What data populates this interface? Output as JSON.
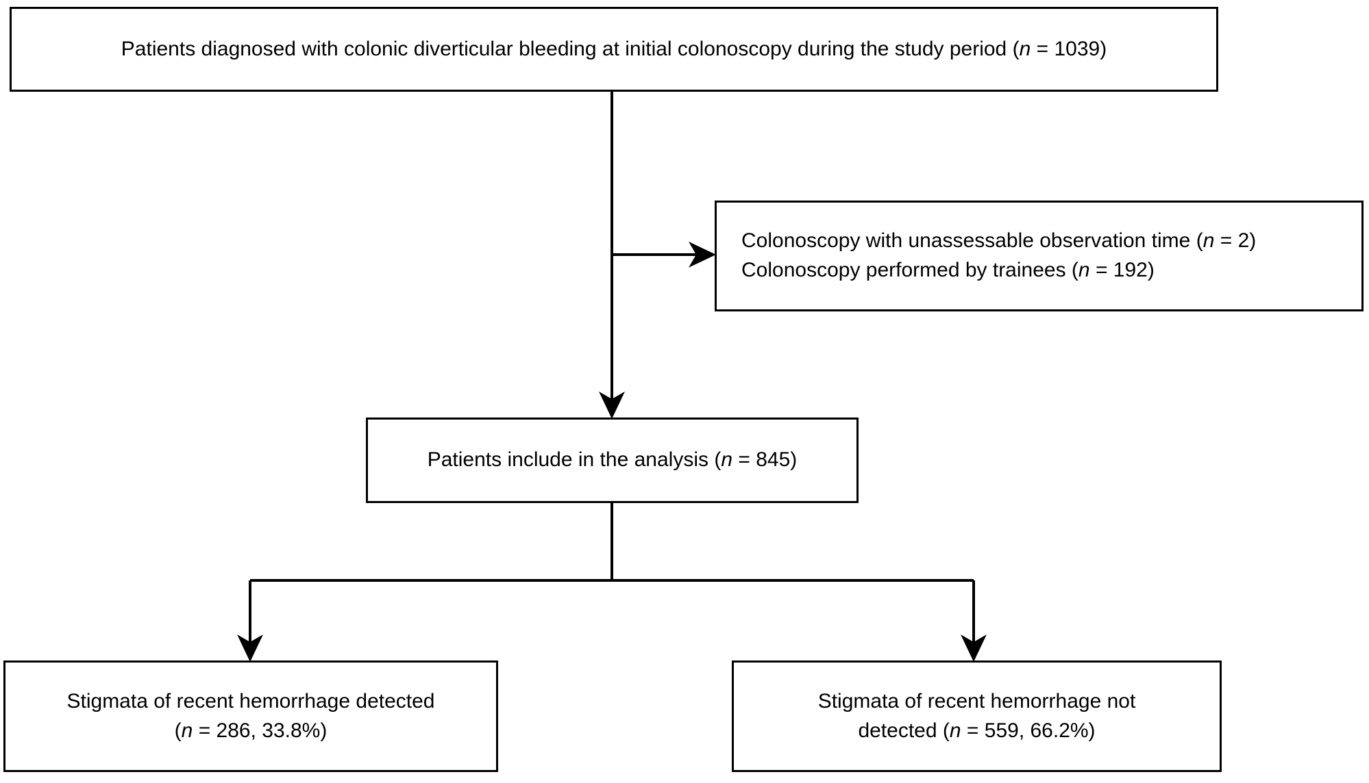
{
  "diagram": {
    "type": "flowchart",
    "orientation": "top-to-bottom",
    "background_color": "#ffffff",
    "line_color": "#000000",
    "text_color": "#000000",
    "nodes": [
      {
        "id": "enrolled",
        "name": "enrolled-box",
        "text": "Patients diagnosed with colonic diverticular bleeding at initial colonoscopy during the study period (n = 1039)",
        "variable_symbol": "n",
        "count": 1039,
        "align": "center"
      },
      {
        "id": "excluded",
        "name": "excluded-box",
        "line1": "Colonoscopy with unassessable observation time (n = 2)",
        "line2": "Colonoscopy performed by trainees (n = 192)",
        "text": "Colonoscopy with unassessable observation time (n = 2)\nColonoscopy performed by trainees (n = 192)",
        "counts": [
          2,
          192
        ],
        "align": "left"
      },
      {
        "id": "analyzed",
        "name": "analyzed-box",
        "text": "Patients include in the analysis (n = 845)",
        "count": 845,
        "align": "center"
      },
      {
        "id": "srh_detected",
        "name": "srh-detected-box",
        "line1": "Stigmata of recent hemorrhage detected",
        "line2": "(n = 286, 33.8%)",
        "text": "Stigmata of recent hemorrhage detected\n(n = 286, 33.8%)",
        "count": 286,
        "percent": "33.8%",
        "align": "center"
      },
      {
        "id": "srh_not_detected",
        "name": "srh-not-detected-box",
        "line1": "Stigmata of recent hemorrhage not",
        "line2": "detected (n = 559, 66.2%)",
        "text": "Stigmata of recent hemorrhage not\ndetected (n = 559, 66.2%)",
        "count": 559,
        "percent": "66.2%",
        "align": "center"
      }
    ],
    "edges": [
      {
        "name": "enrolled-to-analyzed",
        "from": "enrolled",
        "to": "analyzed",
        "style": "vertical-arrow"
      },
      {
        "name": "enrolled-to-excluded",
        "from": "enrolled",
        "to": "excluded",
        "style": "elbow-right-arrow"
      },
      {
        "name": "analyzed-to-srh-detected",
        "from": "analyzed",
        "to": "srh_detected",
        "style": "split-left-arrow"
      },
      {
        "name": "analyzed-to-srh-not-detected",
        "from": "analyzed",
        "to": "srh_not_detected",
        "style": "split-right-arrow"
      }
    ]
  }
}
